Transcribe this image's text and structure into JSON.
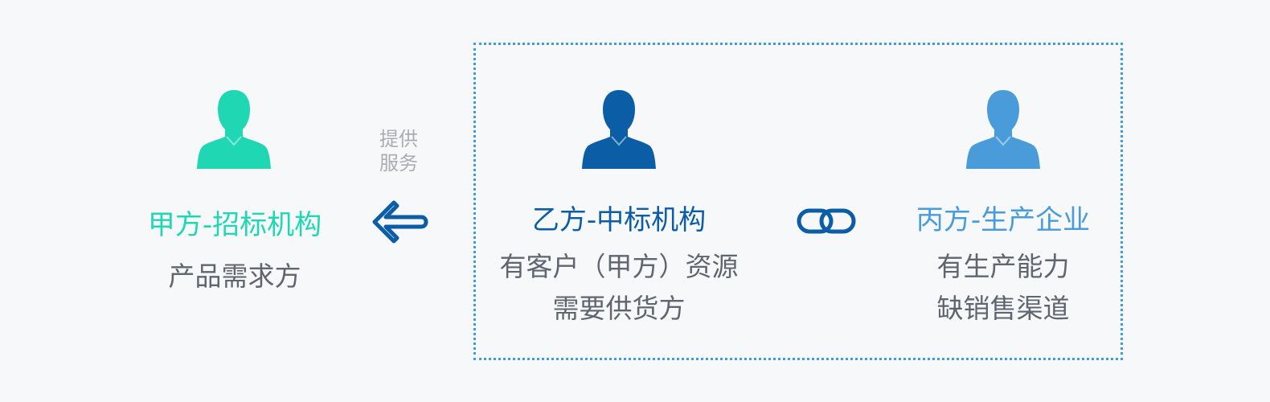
{
  "colors": {
    "party_a": "#1fd7b2",
    "party_b": "#0b5ea6",
    "party_c": "#4a9bda",
    "desc_text": "#5f6670",
    "service_label": "#a9adb3",
    "group_border": "#3a9fdb"
  },
  "party_a": {
    "icon": "person-icon",
    "title": "甲方-招标机构",
    "desc_line1": "产品需求方"
  },
  "party_b": {
    "icon": "person-icon",
    "title": "乙方-中标机构",
    "desc_line1": "有客户（甲方）资源",
    "desc_line2": "需要供货方"
  },
  "party_c": {
    "icon": "person-icon",
    "title": "丙方-生产企业",
    "desc_line1": "有生产能力",
    "desc_line2": "缺销售渠道"
  },
  "connector_service": {
    "label_line1": "提供",
    "label_line2": "服务",
    "icon": "arrow-left-icon"
  },
  "connector_link": {
    "icon": "chain-link-icon"
  }
}
